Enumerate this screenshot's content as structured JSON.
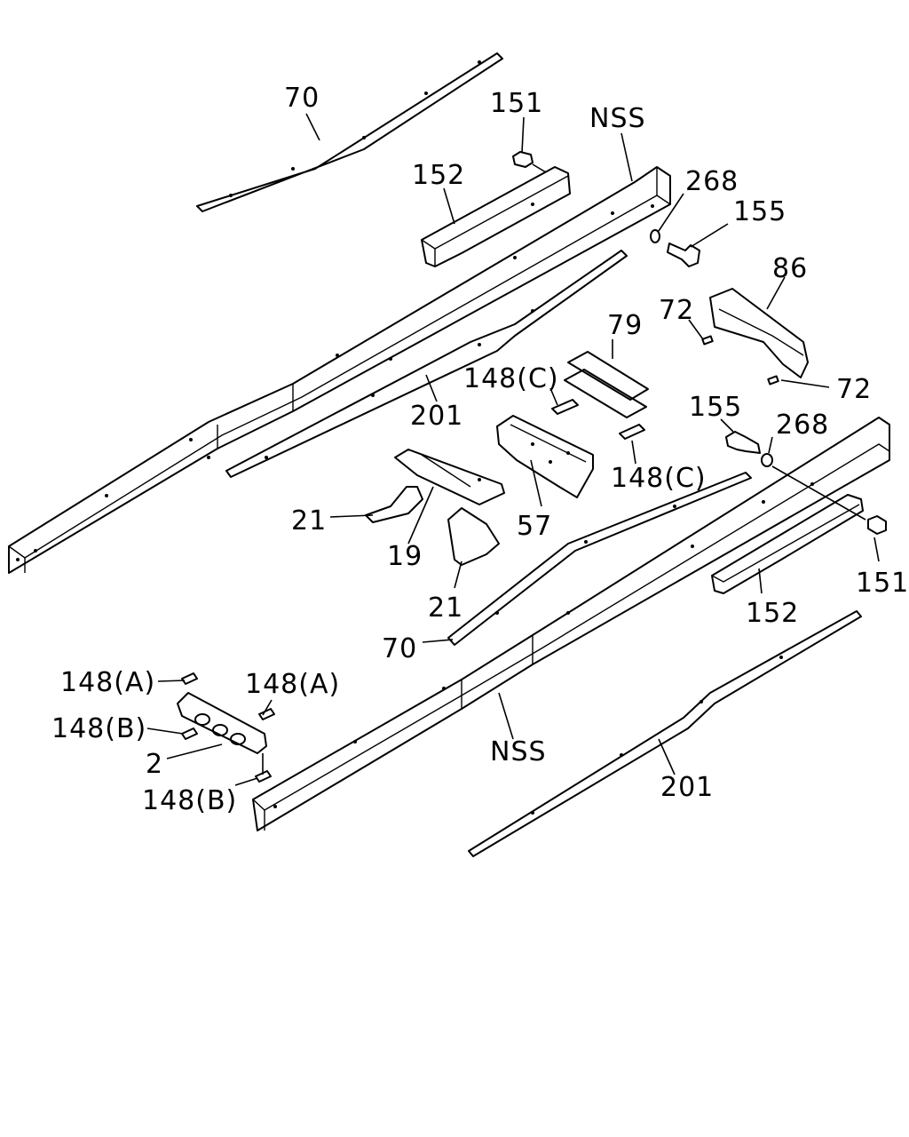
{
  "labels": [
    "70",
    "151",
    "NSS",
    "152",
    "268",
    "155",
    "86",
    "72",
    "79",
    "72",
    "148(C)",
    "201",
    "155",
    "268",
    "148(C)",
    "57",
    "21",
    "19",
    "21",
    "151",
    "152",
    "70",
    "148(A)",
    "148(A)",
    "148(B)",
    "2",
    "NSS",
    "148(B)",
    "201"
  ]
}
